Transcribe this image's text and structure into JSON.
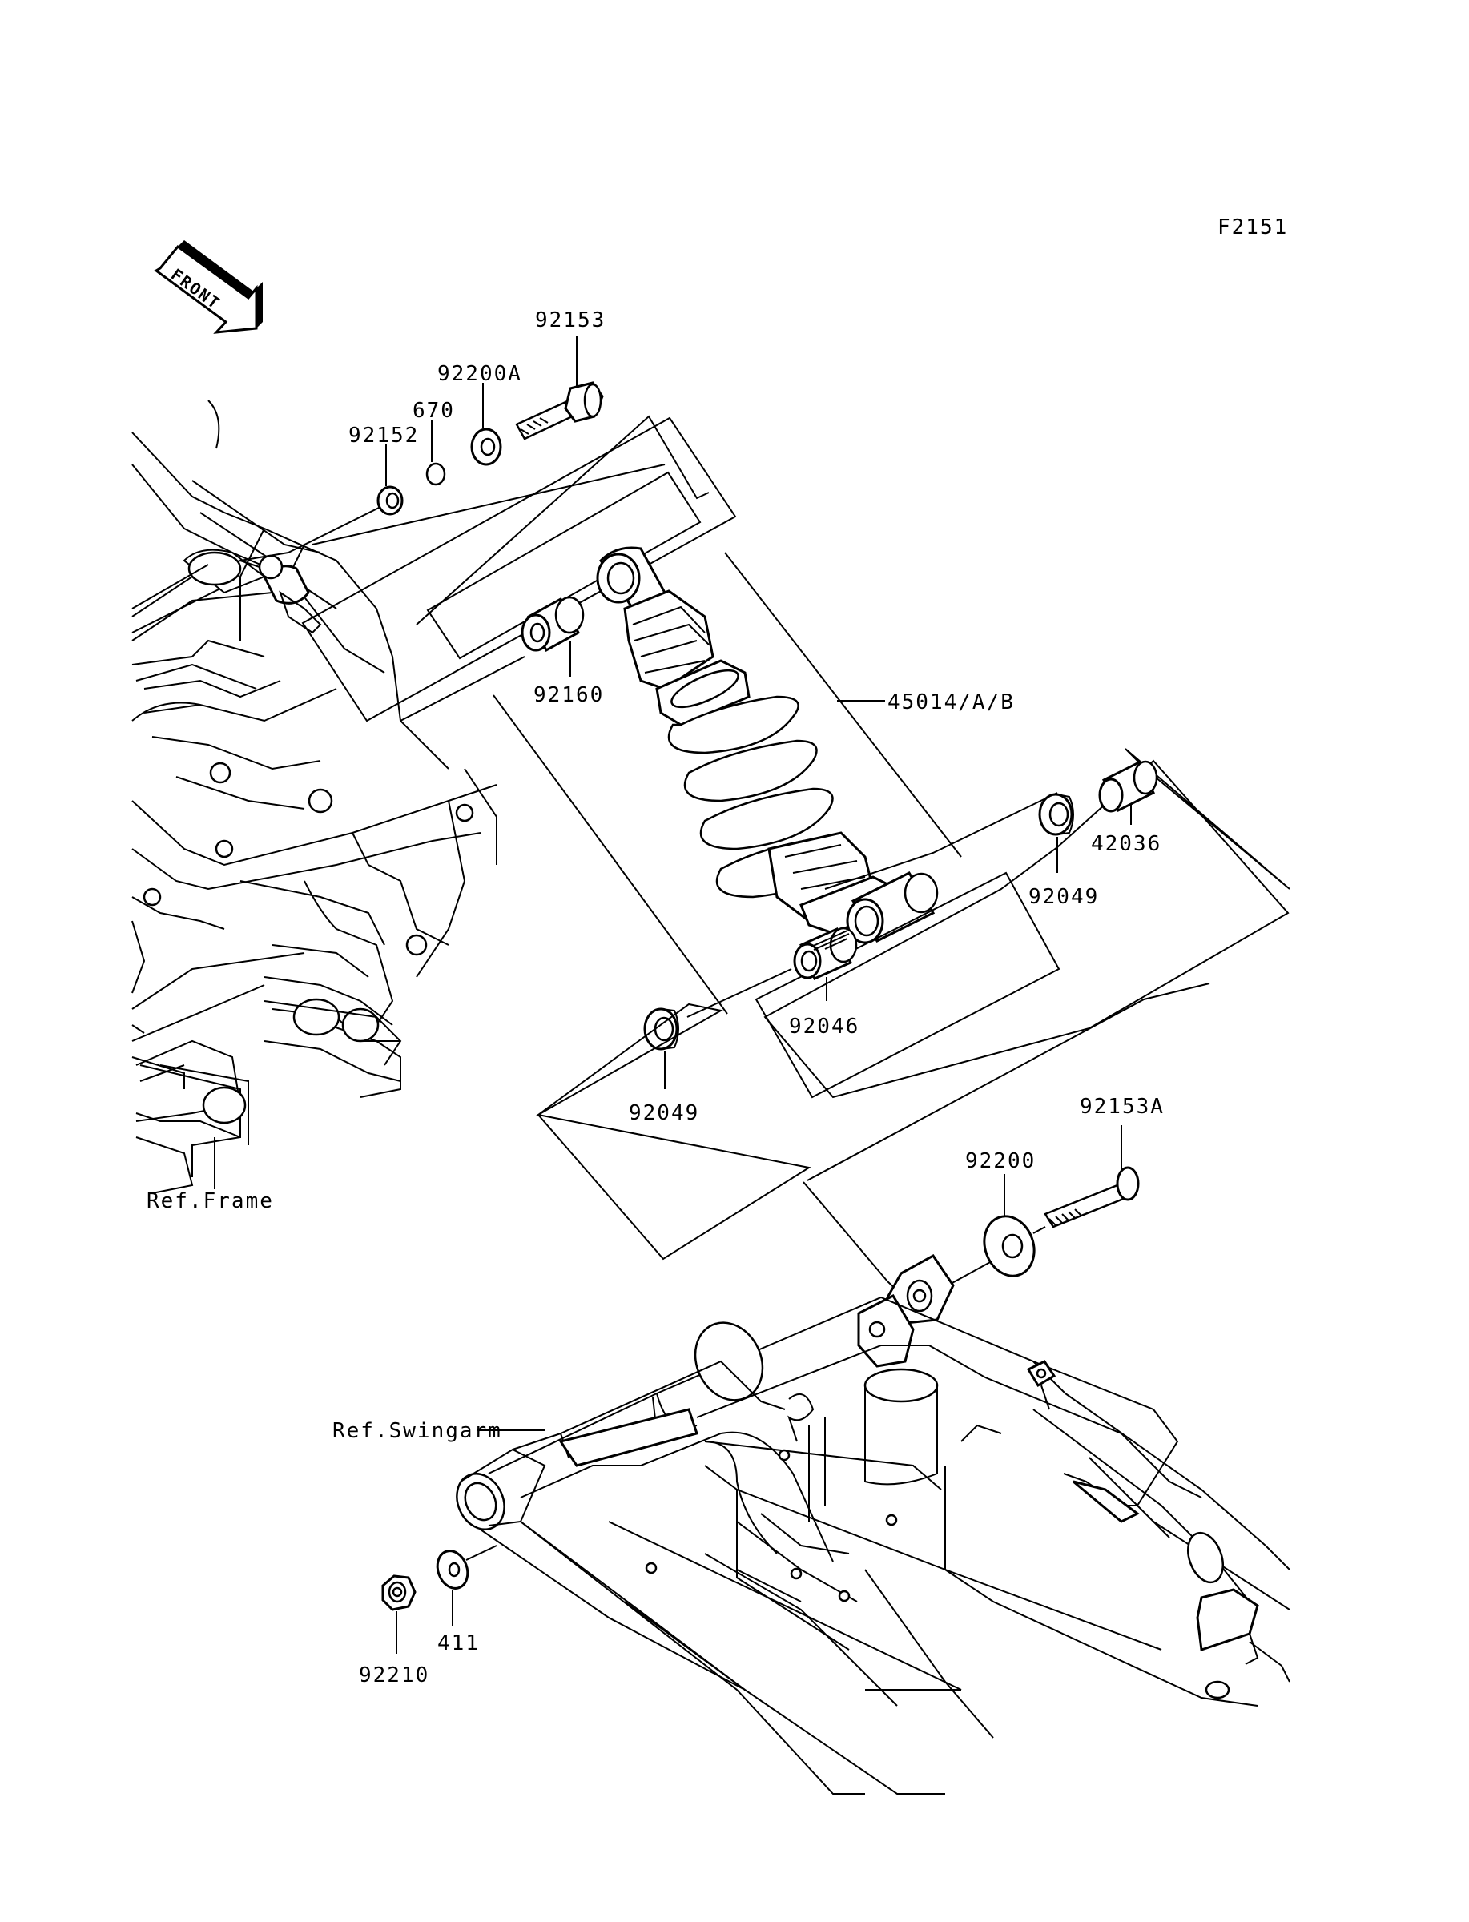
{
  "figure": {
    "code": "F2151",
    "front_label": "FRONT"
  },
  "parts": [
    {
      "id": "p92153",
      "number": "92153"
    },
    {
      "id": "p92200A",
      "number": "92200A"
    },
    {
      "id": "p670",
      "number": "670"
    },
    {
      "id": "p92152",
      "number": "92152"
    },
    {
      "id": "p92160",
      "number": "92160"
    },
    {
      "id": "p45014",
      "number": "45014/A/B"
    },
    {
      "id": "p42036",
      "number": "42036"
    },
    {
      "id": "p92049a",
      "number": "92049"
    },
    {
      "id": "p92046",
      "number": "92046"
    },
    {
      "id": "p92049b",
      "number": "92049"
    },
    {
      "id": "p92153A",
      "number": "92153A"
    },
    {
      "id": "p92200",
      "number": "92200"
    },
    {
      "id": "p411",
      "number": "411"
    },
    {
      "id": "p92210",
      "number": "92210"
    }
  ],
  "references": {
    "frame": "Ref.Frame",
    "swingarm": "Ref.Swingarm"
  }
}
